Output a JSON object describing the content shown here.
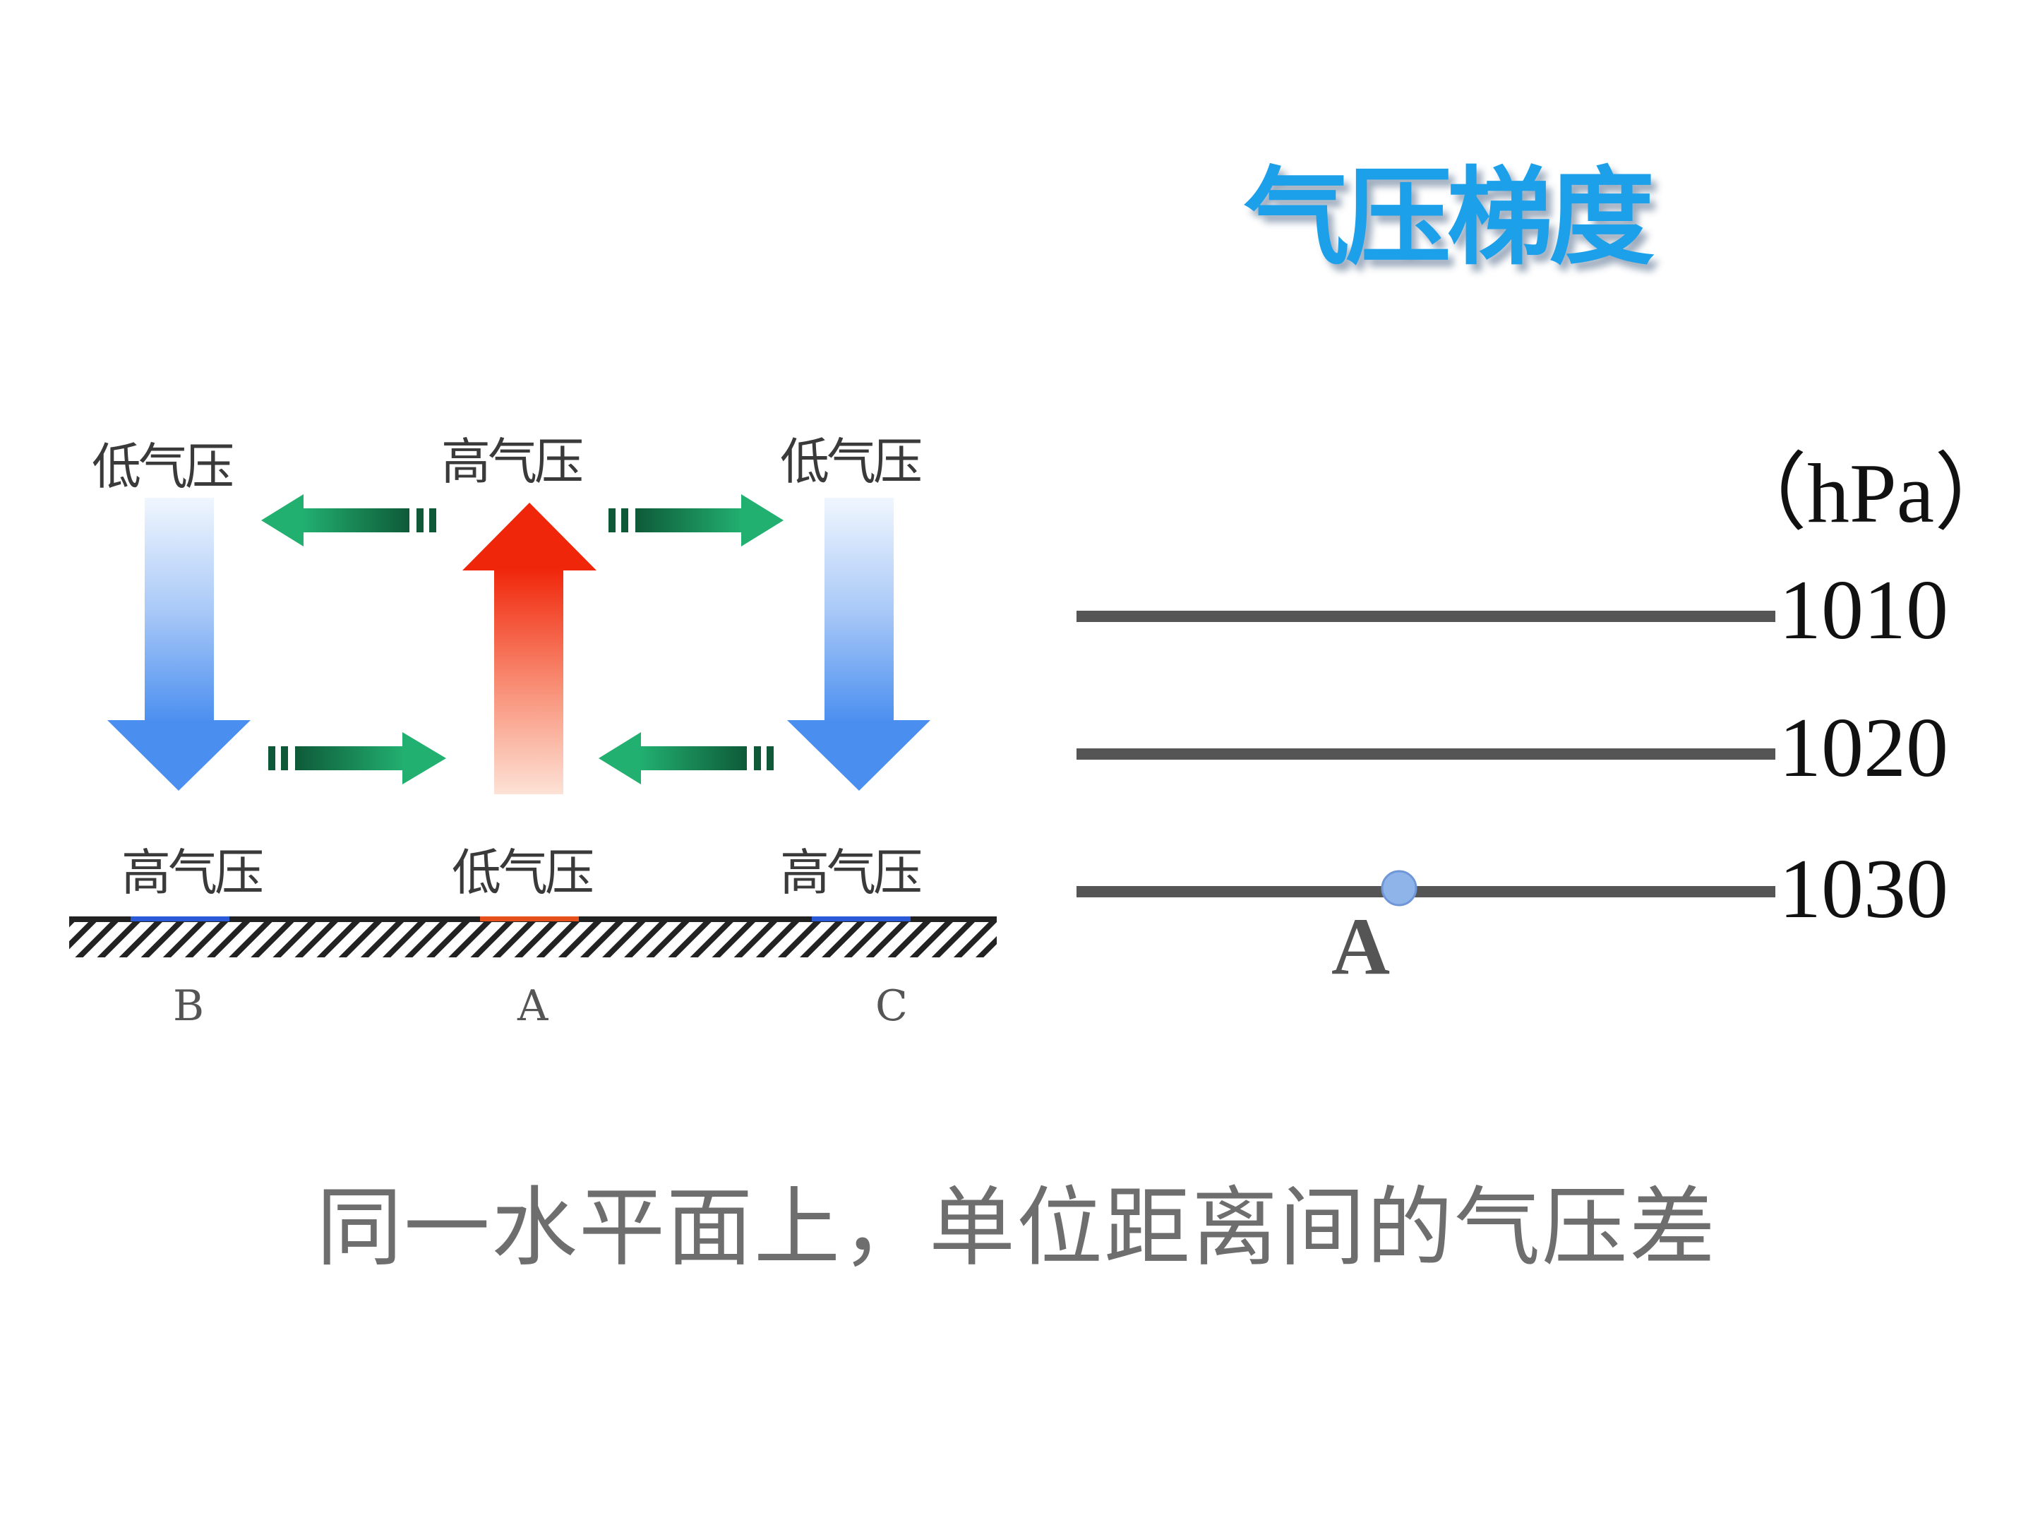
{
  "title": "气压梯度",
  "diagram": {
    "top_labels": [
      "低气压",
      "高气压",
      "低气压"
    ],
    "bottom_labels": [
      "高气压",
      "低气压",
      "高气压"
    ],
    "locations": [
      "B",
      "A",
      "C"
    ]
  },
  "isobars": {
    "unit": "（hPa）",
    "values": [
      "1010",
      "1020",
      "1030"
    ],
    "point_label": "A"
  },
  "caption": "同一水平面上，单位距离间的气压差",
  "colors": {
    "title": "#1ca0ea",
    "sinking_arrow": "#4a8ef0",
    "rising_arrow": "#f0260a",
    "flow_arrow": "#1f9e66",
    "isobar_line": "#555555",
    "point": "#8fb4ea"
  }
}
